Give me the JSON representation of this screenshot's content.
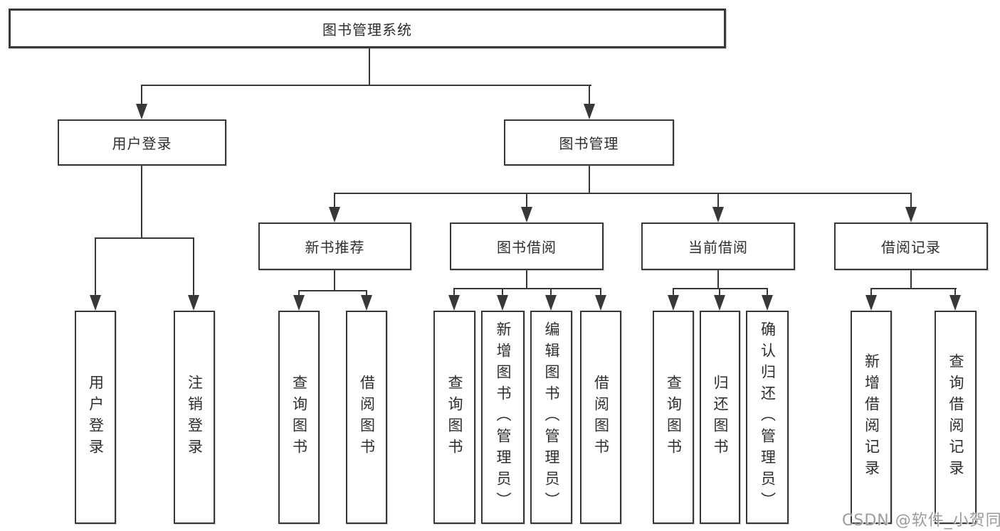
{
  "title": "图书管理系统",
  "user_login": {
    "label": "用户登录",
    "children": [
      "用户登录",
      "注销登录"
    ]
  },
  "book_management": {
    "label": "图书管理",
    "sections": [
      {
        "label": "新书推荐",
        "children": [
          "查询图书",
          "借阅图书"
        ]
      },
      {
        "label": "图书借阅",
        "children": [
          "查询图书",
          "新增图书（管理员）",
          "编辑图书（管理员）",
          "借阅图书"
        ]
      },
      {
        "label": "当前借阅",
        "children": [
          "查询图书",
          "归还图书",
          "确认归还（管理员）"
        ]
      },
      {
        "label": "借阅记录",
        "children": [
          "新增借阅记录",
          "查询借阅记录"
        ]
      }
    ]
  },
  "watermark": "CSDN @软件_小贺同学",
  "colors": {
    "line": "#383838",
    "background": "#ffffff",
    "watermark": "#9c9c9c"
  }
}
